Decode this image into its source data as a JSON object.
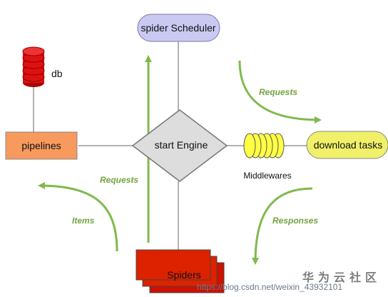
{
  "nodes": {
    "scheduler": "spider Scheduler",
    "engine": "start Engine",
    "pipelines": "pipelines",
    "db": "db",
    "download": "download tasks",
    "middlewares": "Middlewares",
    "spiders": "Spiders"
  },
  "flows": {
    "requests_top": "Requests",
    "requests_left": "Requests",
    "items": "Items",
    "responses": "Responses"
  },
  "watermark": {
    "brand": "华为云社区",
    "url": "https://blog.csdn.net/weixin_43932101"
  },
  "colors": {
    "arrow_green": "#80b94d",
    "label_green": "#72a43e",
    "scheduler_fill": "#c9c9f2",
    "engine_fill": "#dddddd",
    "pipelines_fill": "#f8995e",
    "download_fill": "#f0f06a",
    "middleware_fill": "#ffff44",
    "spiders_fill": "#dd2200",
    "db_fill": "#dd1111",
    "line": "#999999"
  }
}
